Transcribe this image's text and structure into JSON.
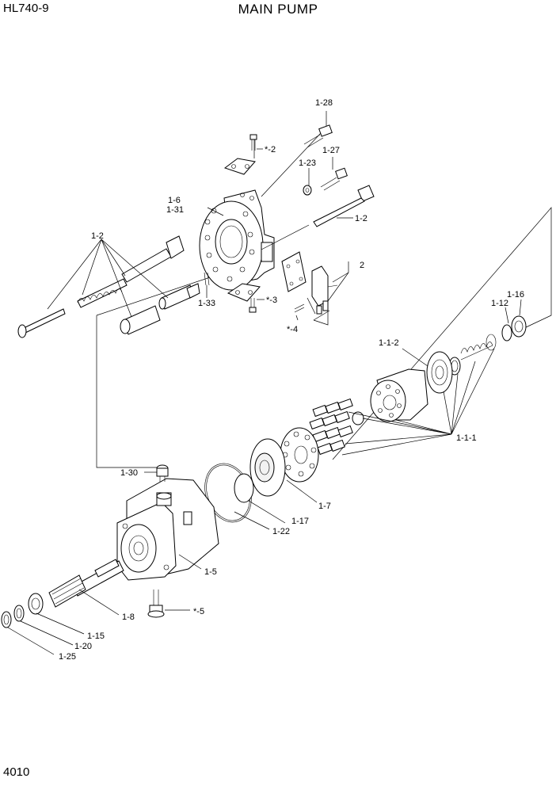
{
  "header": {
    "model": "HL740-9",
    "title": "MAIN PUMP"
  },
  "footer": {
    "page_number": "4010"
  },
  "labels": {
    "l1_28": "1-28",
    "lstar2a": "*-2",
    "l1_27": "1-27",
    "l1_23": "1-23",
    "l1_6": "1-6",
    "l1_31": "1-31",
    "l1_2a": "1-2",
    "l1_2b": "1-2",
    "l2": "2",
    "l1_33": "1-33",
    "lstar3": "*-3",
    "lstar4": "*-4",
    "l1_16": "1-16",
    "l1_12": "1-12",
    "l1_1_2": "1-1-2",
    "l1_1_1": "1-1-1",
    "l1_30": "1-30",
    "l1_7": "1-7",
    "l1_17": "1-17",
    "l1_22": "1-22",
    "l1_5": "1-5",
    "lstar5": "*-5",
    "l1_8": "1-8",
    "l1_15": "1-15",
    "l1_20": "1-20",
    "l1_25": "1-25"
  }
}
